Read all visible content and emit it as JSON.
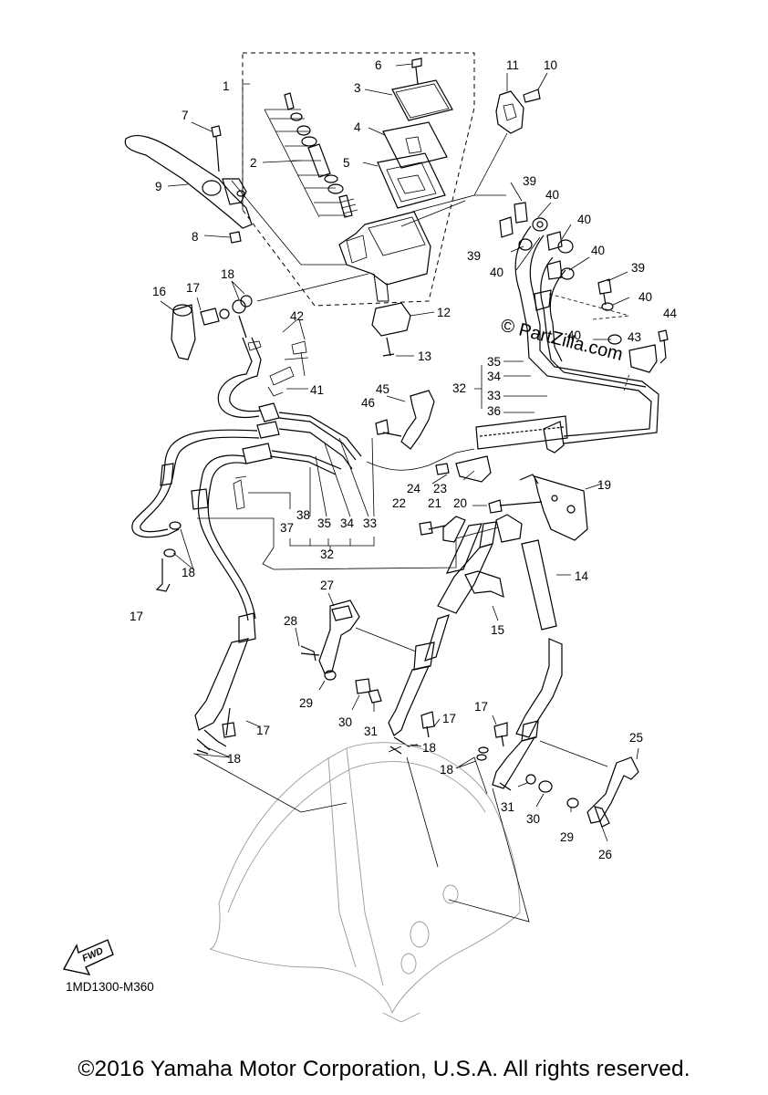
{
  "diagram": {
    "part_code": "1MD1300-M360",
    "watermark": "© PartZilla.com",
    "fwd_label": "FWD",
    "copyright": "©2016 Yamaha Motor Corporation, U.S.A. All rights reserved.",
    "labels": [
      {
        "id": "1",
        "text": "1"
      },
      {
        "id": "2",
        "text": "2"
      },
      {
        "id": "3",
        "text": "3"
      },
      {
        "id": "4",
        "text": "4"
      },
      {
        "id": "5",
        "text": "5"
      },
      {
        "id": "6",
        "text": "6"
      },
      {
        "id": "7",
        "text": "7"
      },
      {
        "id": "8",
        "text": "8"
      },
      {
        "id": "9",
        "text": "9"
      },
      {
        "id": "10",
        "text": "10"
      },
      {
        "id": "11",
        "text": "11"
      },
      {
        "id": "12",
        "text": "12"
      },
      {
        "id": "13",
        "text": "13"
      },
      {
        "id": "14",
        "text": "14"
      },
      {
        "id": "15",
        "text": "15"
      },
      {
        "id": "16",
        "text": "16"
      },
      {
        "id": "17a",
        "text": "17"
      },
      {
        "id": "17b",
        "text": "17"
      },
      {
        "id": "17c",
        "text": "17"
      },
      {
        "id": "17d",
        "text": "17"
      },
      {
        "id": "17e",
        "text": "17"
      },
      {
        "id": "18a",
        "text": "18"
      },
      {
        "id": "18b",
        "text": "18"
      },
      {
        "id": "18c",
        "text": "18"
      },
      {
        "id": "18d",
        "text": "18"
      },
      {
        "id": "18e",
        "text": "18"
      },
      {
        "id": "19",
        "text": "19"
      },
      {
        "id": "20",
        "text": "20"
      },
      {
        "id": "21",
        "text": "21"
      },
      {
        "id": "22",
        "text": "22"
      },
      {
        "id": "23",
        "text": "23"
      },
      {
        "id": "24",
        "text": "24"
      },
      {
        "id": "25",
        "text": "25"
      },
      {
        "id": "26",
        "text": "26"
      },
      {
        "id": "27",
        "text": "27"
      },
      {
        "id": "28",
        "text": "28"
      },
      {
        "id": "29a",
        "text": "29"
      },
      {
        "id": "29b",
        "text": "29"
      },
      {
        "id": "30a",
        "text": "30"
      },
      {
        "id": "30b",
        "text": "30"
      },
      {
        "id": "31a",
        "text": "31"
      },
      {
        "id": "31b",
        "text": "31"
      },
      {
        "id": "32a",
        "text": "32"
      },
      {
        "id": "32b",
        "text": "32"
      },
      {
        "id": "33a",
        "text": "33"
      },
      {
        "id": "33b",
        "text": "33"
      },
      {
        "id": "34a",
        "text": "34"
      },
      {
        "id": "34b",
        "text": "34"
      },
      {
        "id": "35a",
        "text": "35"
      },
      {
        "id": "35b",
        "text": "35"
      },
      {
        "id": "36",
        "text": "36"
      },
      {
        "id": "37",
        "text": "37"
      },
      {
        "id": "38",
        "text": "38"
      },
      {
        "id": "39a",
        "text": "39"
      },
      {
        "id": "39b",
        "text": "39"
      },
      {
        "id": "39c",
        "text": "39"
      },
      {
        "id": "40a",
        "text": "40"
      },
      {
        "id": "40b",
        "text": "40"
      },
      {
        "id": "40c",
        "text": "40"
      },
      {
        "id": "40d",
        "text": "40"
      },
      {
        "id": "40e",
        "text": "40"
      },
      {
        "id": "40f",
        "text": "40"
      },
      {
        "id": "41",
        "text": "41"
      },
      {
        "id": "42",
        "text": "42"
      },
      {
        "id": "43",
        "text": "43"
      },
      {
        "id": "44",
        "text": "44"
      },
      {
        "id": "45",
        "text": "45"
      },
      {
        "id": "46",
        "text": "46"
      }
    ]
  }
}
